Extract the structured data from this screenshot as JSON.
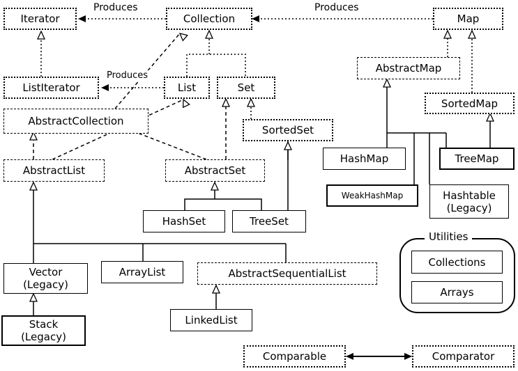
{
  "labels": {
    "produces_iterator": "Produces",
    "produces_map": "Produces",
    "produces_listiterator": "Produces"
  },
  "nodes": {
    "iterator": "Iterator",
    "collection": "Collection",
    "map": "Map",
    "listiterator": "ListIterator",
    "list": "List",
    "set": "Set",
    "abstractmap": "AbstractMap",
    "sortedmap": "SortedMap",
    "abstractcollection": "AbstractCollection",
    "sortedset": "SortedSet",
    "abstractlist": "AbstractList",
    "abstractset": "AbstractSet",
    "hashmap": "HashMap",
    "treemap": "TreeMap",
    "weakhashmap": "WeakHashMap",
    "hashtable": "Hashtable",
    "hashtable_note": "(Legacy)",
    "hashset": "HashSet",
    "treeset": "TreeSet",
    "vector": "Vector",
    "vector_note": "(Legacy)",
    "arraylist": "ArrayList",
    "abstractsequentiallist": "AbstractSequentialList",
    "stack": "Stack",
    "stack_note": "(Legacy)",
    "linkedlist": "LinkedList",
    "comparable": "Comparable",
    "comparator": "Comparator"
  },
  "utilities": {
    "title": "Utilities",
    "collections": "Collections",
    "arrays": "Arrays"
  }
}
